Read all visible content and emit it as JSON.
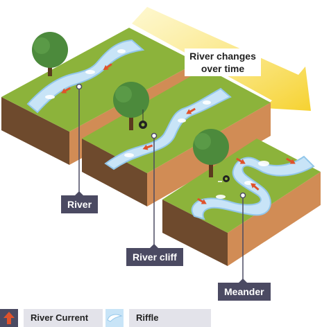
{
  "time_arrow": {
    "label": "River changes over time"
  },
  "callouts": {
    "river": "River",
    "river_cliff": "River cliff",
    "meander": "Meander"
  },
  "legend": {
    "current": "River Current",
    "riffle": "Riffle"
  },
  "colors": {
    "grass": "#8cb33b",
    "soil_front": "#d18c55",
    "soil_dark": "#6e4a2d",
    "water": "#c8e4f7",
    "water_edge": "#93c7ea",
    "current_arrow": "#e0522b",
    "time_arrow": "#f6d230",
    "callout_bg": "#4b4a62",
    "tree": "#4c8a3c"
  }
}
